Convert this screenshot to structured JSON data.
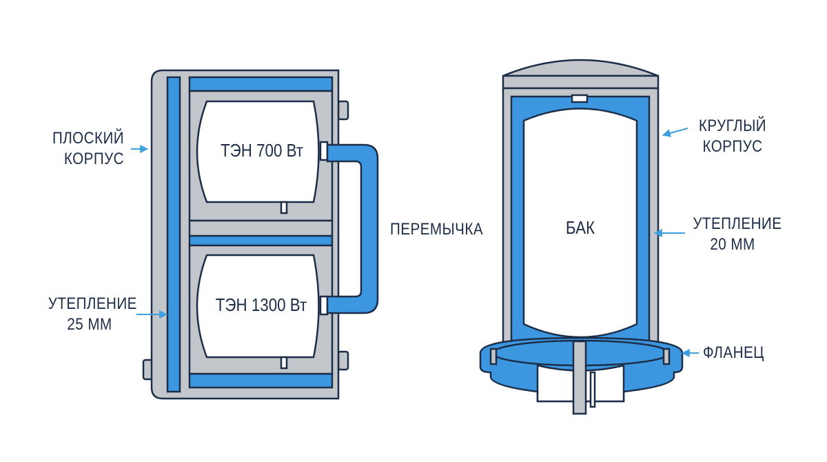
{
  "left_unit": {
    "tank_top_label": "ТЭН 700 Вт",
    "tank_bottom_label": "ТЭН 1300 Вт",
    "flat_body": [
      "ПЛОСКИЙ",
      "КОРПУС"
    ],
    "insulation": [
      "УТЕПЛЕНИЕ",
      "25 ММ"
    ],
    "bridge": "ПЕРЕМЫЧКА"
  },
  "right_unit": {
    "tank_label": "БАК",
    "round_body": [
      "КРУГЛЫЙ",
      "КОРПУС"
    ],
    "insulation": [
      "УТЕПЛЕНИЕ",
      "20 ММ"
    ],
    "flange": "ФЛАНЕЦ"
  },
  "colors": {
    "outline": "#1c2d47",
    "insulation_blue": "#3d97e0",
    "body_gray": "#c3c6cb",
    "arrow_blue": "#3d9ee0",
    "tank_white": "#ffffff"
  }
}
